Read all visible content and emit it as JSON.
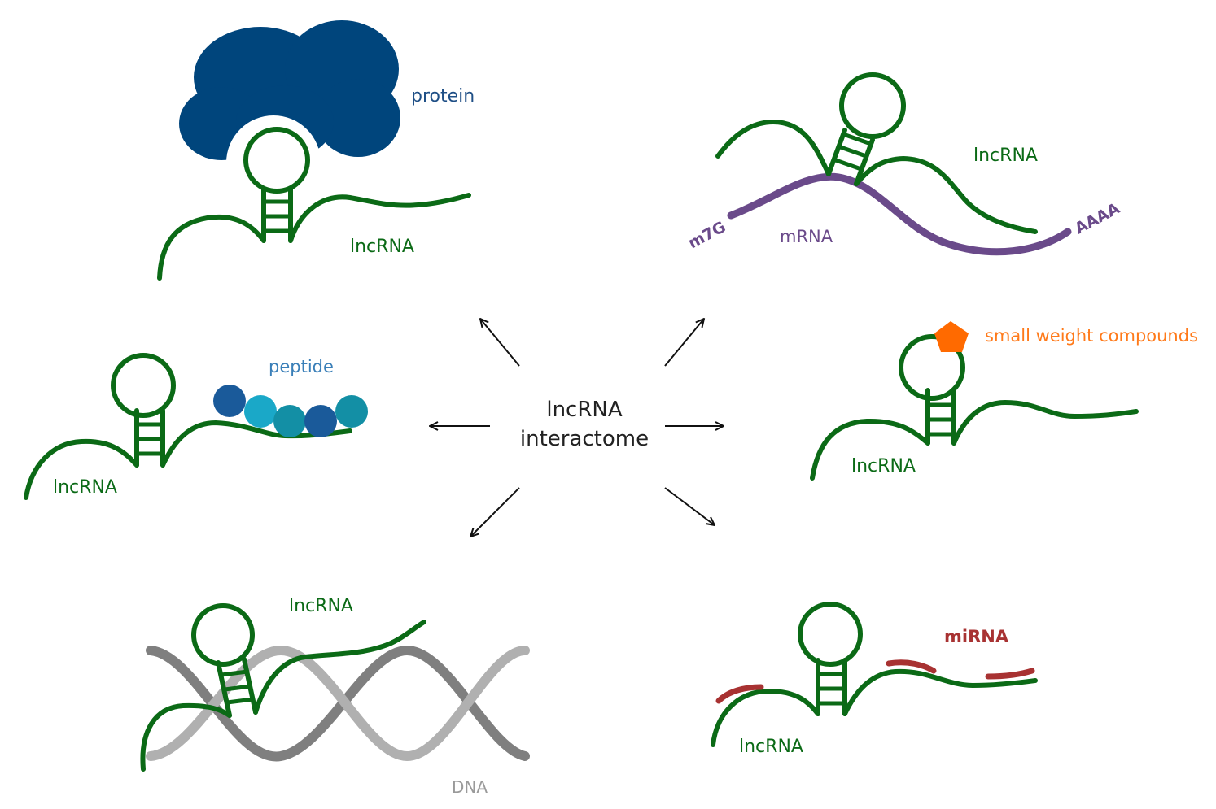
{
  "center": {
    "line1": "lncRNA",
    "line2": "interactome"
  },
  "panels": {
    "protein": {
      "partner_label": "protein",
      "rna_label": "lncRNA"
    },
    "mrna": {
      "rna_label": "lncRNA",
      "partner_label": "mRNA",
      "cap_label": "m7G",
      "tail_label": "AAAA"
    },
    "peptide": {
      "partner_label": "peptide",
      "rna_label": "lncRNA"
    },
    "compounds": {
      "partner_label": "small weight compounds",
      "rna_label": "lncRNA"
    },
    "dna": {
      "rna_label": "lncRNA",
      "partner_label": "DNA"
    },
    "mirna": {
      "partner_label": "miRNA",
      "rna_label": "lncRNA"
    }
  },
  "colors": {
    "lncrna": "#0b6a16",
    "protein": "#00457c",
    "mrna": "#6a4a8a",
    "peptide_beads": [
      "#1a5a9a",
      "#1aa8c8",
      "#138fa5",
      "#1a5a9a",
      "#138fa5"
    ],
    "compound": "#ff6a00",
    "dna": [
      "#7f7f7f",
      "#b0b0b0"
    ],
    "mirna": "#a83232"
  }
}
